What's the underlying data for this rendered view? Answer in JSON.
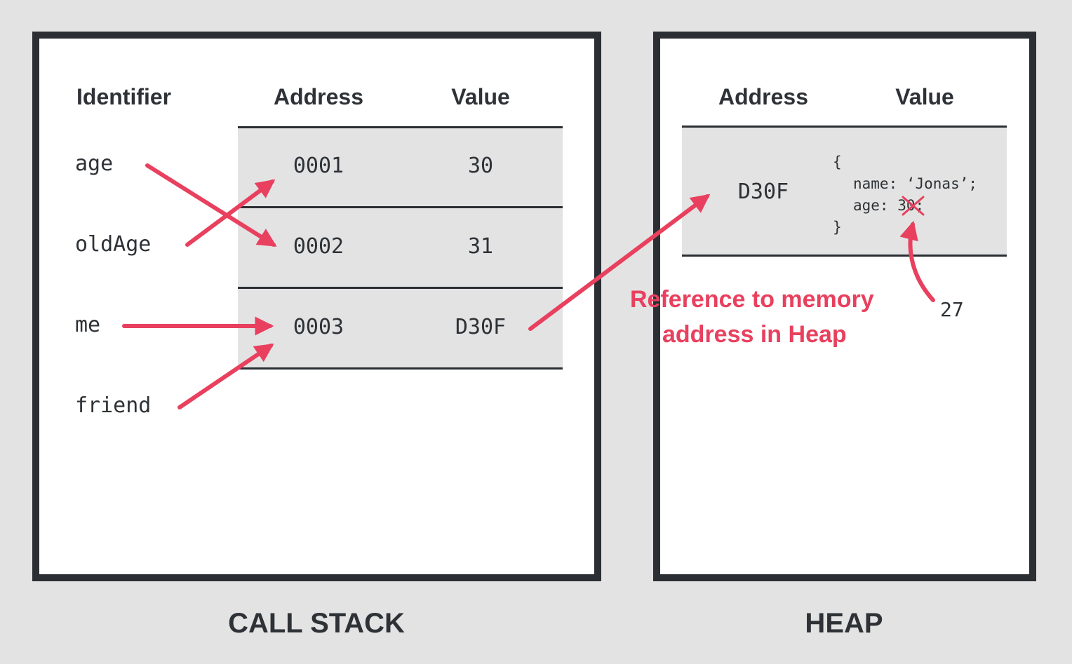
{
  "call_stack": {
    "caption": "CALL STACK",
    "headers": {
      "identifier": "Identifier",
      "address": "Address",
      "value": "Value"
    },
    "identifiers": [
      "age",
      "oldAge",
      "me",
      "friend"
    ],
    "rows": [
      {
        "address": "0001",
        "value": "30"
      },
      {
        "address": "0002",
        "value": "31"
      },
      {
        "address": "0003",
        "value": "D30F"
      }
    ]
  },
  "heap": {
    "caption": "HEAP",
    "headers": {
      "address": "Address",
      "value": "Value"
    },
    "row": {
      "address": "D30F",
      "object": {
        "open": "{",
        "name_line": "name: ‘Jonas’;",
        "age_key": "age: ",
        "age_old": "30",
        "age_end": ";",
        "close": "}"
      }
    },
    "new_age": "27"
  },
  "annotation": {
    "line1": "Reference to memory",
    "line2": "address in Heap"
  },
  "colors": {
    "arrow": "#e8405e",
    "border": "#2b2f33",
    "row_fill": "#e3e3e3",
    "background": "#e3e3e3"
  }
}
